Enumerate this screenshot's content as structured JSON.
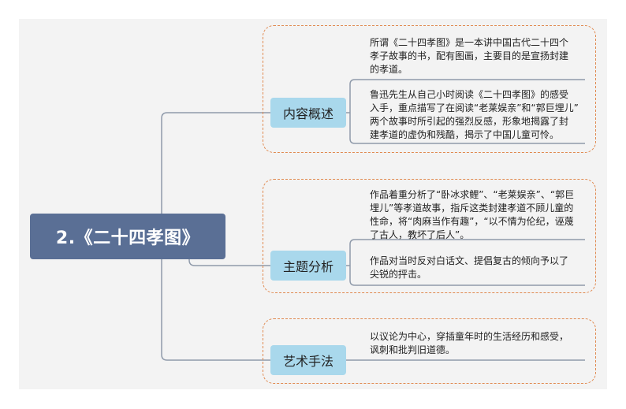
{
  "root": {
    "title": "2.《二十四孝图》"
  },
  "colors": {
    "root": "#5a6f95",
    "topic": "#a9d8ec",
    "frame": "#e0894f",
    "line": "#8f9aaa"
  },
  "topics": [
    {
      "label": "内容概述",
      "notes": [
        "所谓《二十四孝图》是一本讲中国古代二十四个\n孝子故事的书，配有图画，主要目的是宣扬封建\n的孝道。",
        "鲁迅先生从自己小时阅读《二十四孝图》的感受\n入手，重点描写了在阅读“老莱娱亲”和“郭巨埋儿”\n两个故事时所引起的强烈反感，形象地揭露了封\n建孝道的虚伪和残酷，揭示了中国儿童可怜。"
      ]
    },
    {
      "label": "主题分析",
      "notes": [
        "作品着重分析了“卧冰求鲤”、“老莱娱亲”、“郭巨\n埋儿”等孝道故事，指斥这类封建孝道不顾儿童的\n性命，将“肉麻当作有趣”，“以不情为伦纪，诬蔑\n了古人，教坏了后人”。",
        "作品对当时反对白话文、提倡复古的倾向予以了\n尖锐的抨击。"
      ]
    },
    {
      "label": "艺术手法",
      "notes": [
        "以议论为中心，穿插童年时的生活经历和感受，\n讽刺和批判旧道德。"
      ]
    }
  ]
}
